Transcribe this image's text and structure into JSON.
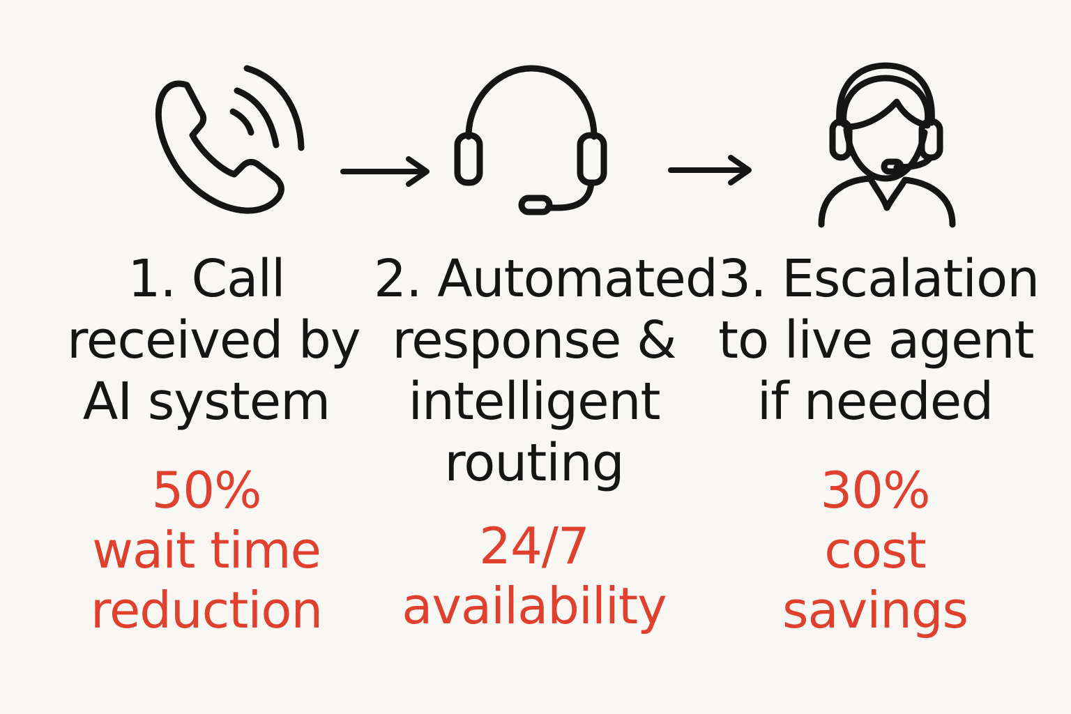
{
  "colors": {
    "background": "#f8f7f3",
    "ink": "#151515",
    "accent": "#e0402e"
  },
  "steps": [
    {
      "icon": "phone-call-icon",
      "title_lines": [
        "1.  Call",
        "received by",
        "AI system"
      ],
      "stat_value": "50%",
      "stat_lines": [
        "wait time",
        "reduction"
      ]
    },
    {
      "icon": "headset-icon",
      "title_lines": [
        "2. Automated",
        "response &",
        "intelligent",
        "routing"
      ],
      "stat_value": "24/7",
      "stat_lines": [
        "availability"
      ]
    },
    {
      "icon": "live-agent-icon",
      "title_lines": [
        "3. Escalation",
        "to live agent",
        "if needed"
      ],
      "stat_value": "30%",
      "stat_lines": [
        "cost",
        "savings"
      ]
    }
  ],
  "connectors": [
    "arrow-right-icon",
    "arrow-right-icon"
  ]
}
